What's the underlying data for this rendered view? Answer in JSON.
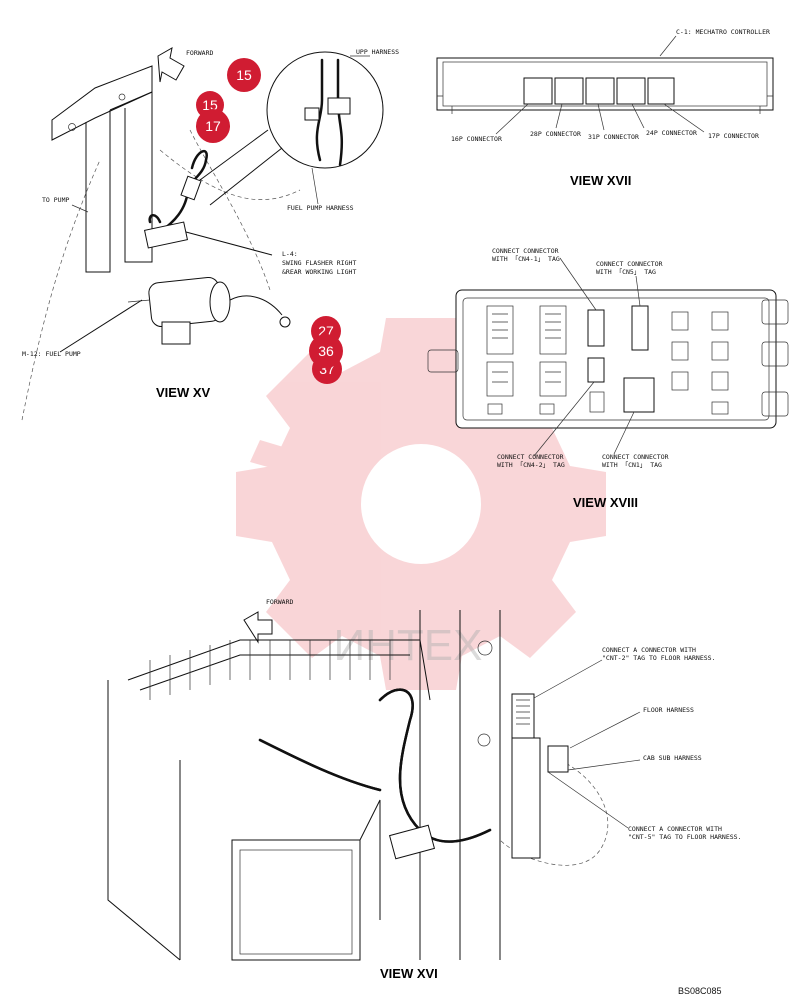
{
  "watermark": {
    "text": "ИНТЕХ",
    "color": "#e2343e"
  },
  "hotspot_color": "#d01c32",
  "hotspots": [
    "15",
    "15",
    "17",
    "27",
    "36",
    "37"
  ],
  "view_xv": {
    "title": "VIEW XV",
    "forward": "FORWARD",
    "upp_harness": "UPP HARNESS",
    "fuel_pump_harness": "FUEL PUMP HARNESS",
    "to_pump": "TO PUMP",
    "l4_line1": "L-4:",
    "l4_line2": "SWING FLASHER RIGHT",
    "l4_line3": "&REAR WORKING LIGHT",
    "m12": "M-12: FUEL PUMP"
  },
  "view_xvii": {
    "title": "VIEW XVII",
    "controller": "C-1: MECHATRO CONTROLLER",
    "connectors": [
      "16P CONNECTOR",
      "28P CONNECTOR",
      "31P CONNECTOR",
      "24P CONNECTOR",
      "17P CONNECTOR"
    ]
  },
  "view_xviii": {
    "title": "VIEW XVIII",
    "cn4_1_a": "CONNECT CONNECTOR",
    "cn4_1_b": "WITH 「CN4-1」 TAG",
    "cn5_a": "CONNECT CONNECTOR",
    "cn5_b": "WITH 「CN5」 TAG",
    "cn4_2_a": "CONNECT CONNECTOR",
    "cn4_2_b": "WITH 「CN4-2」 TAG",
    "cn1_a": "CONNECT CONNECTOR",
    "cn1_b": "WITH 「CN1」 TAG"
  },
  "view_xvi": {
    "title": "VIEW XVI",
    "forward": "FORWARD",
    "cnt2_a": "CONNECT A CONNECTOR WITH",
    "cnt2_b": "\"CNT-2\" TAG TO FLOOR HARNESS.",
    "floor_harness": "FLOOR HARNESS",
    "cab_sub_harness": "CAB SUB HARNESS",
    "cnt5_a": "CONNECT A CONNECTOR WITH",
    "cnt5_b": "\"CNT-5\" TAG TO FLOOR HARNESS."
  },
  "footer_code": "BS08C085"
}
